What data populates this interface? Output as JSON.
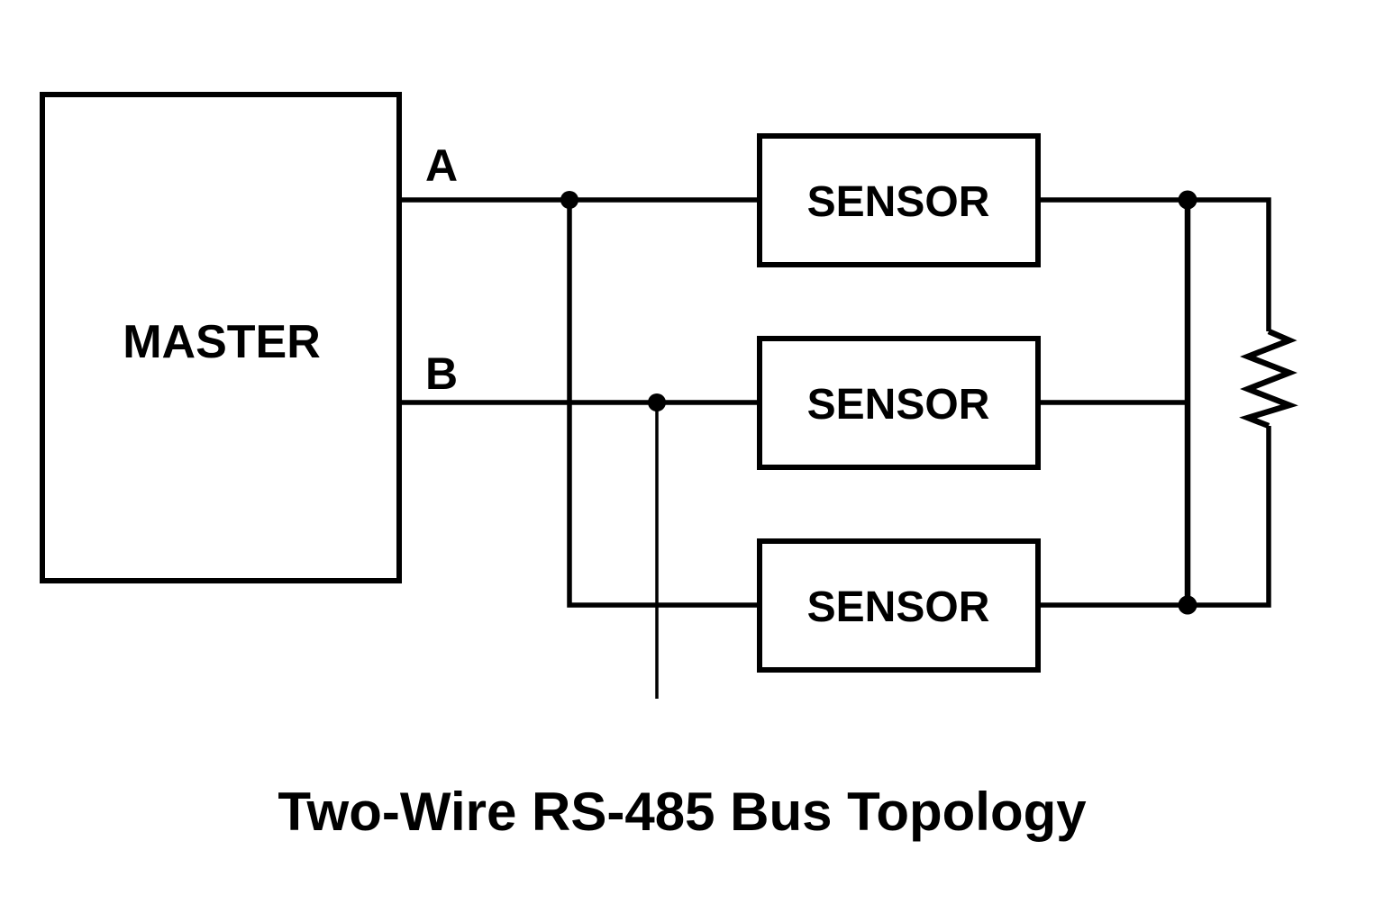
{
  "colors": {
    "ink": "#000000",
    "background": "#ffffff"
  },
  "title": "Two-Wire RS-485 Bus Topology",
  "master": {
    "label": "MASTER"
  },
  "wires": {
    "a_label": "A",
    "b_label": "B"
  },
  "sensors": [
    {
      "label": "SENSOR"
    },
    {
      "label": "SENSOR"
    },
    {
      "label": "SENSOR"
    }
  ],
  "termination": {
    "icon": "resistor-icon"
  }
}
